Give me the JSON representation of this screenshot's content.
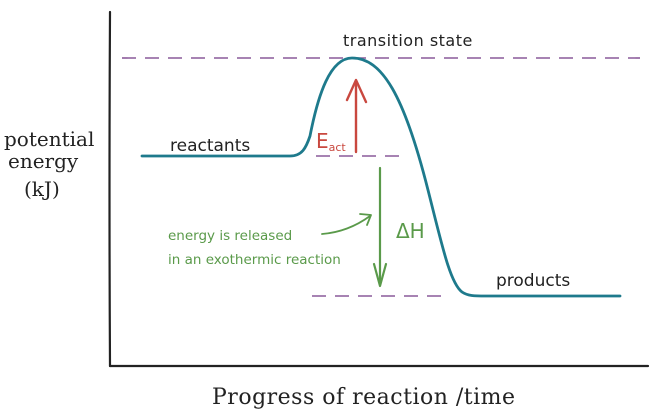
{
  "axes": {
    "y_label": [
      "potential",
      "energy",
      "(kJ)"
    ],
    "x_label": "Progress of reaction /time"
  },
  "labels": {
    "transition_state": "transition state",
    "reactants": "reactants",
    "products": "products",
    "activation_energy_main": "E",
    "activation_energy_sub": "act",
    "enthalpy_change": "ΔH",
    "annotation_line1": "energy is released",
    "annotation_line2": "in an exothermic reaction"
  },
  "colors": {
    "curve": "#1e7a8c",
    "axes": "#222222",
    "dashed": "#8a5a9a",
    "activation": "#c9483f",
    "enthalpy": "#5a9a4a",
    "text": "#222222"
  }
}
